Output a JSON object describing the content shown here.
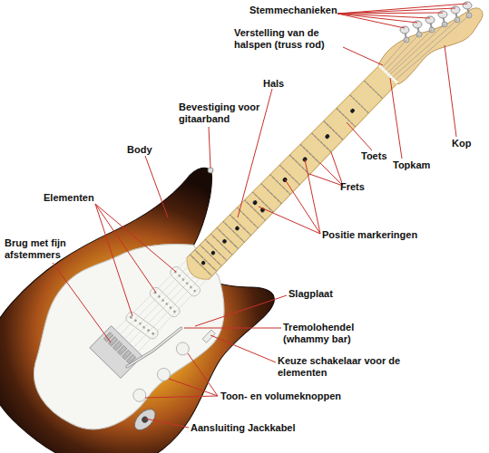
{
  "diagram": {
    "labels": [
      "Stemmechanieken",
      "Verstelling van de halspen (truss rod)",
      "Hals",
      "Bevestiging voor gitaarband",
      "Body",
      "Elementen",
      "Brug met fijn afstemmers",
      "Topkam",
      "Kop",
      "Toets",
      "Frets",
      "Positie markeringen",
      "Slagplaat",
      "Tremolohendel (whammy bar)",
      "Keuze schakelaar voor de elementen",
      "Toon- en volumeknoppen",
      "Aansluiting Jackkabel"
    ]
  }
}
